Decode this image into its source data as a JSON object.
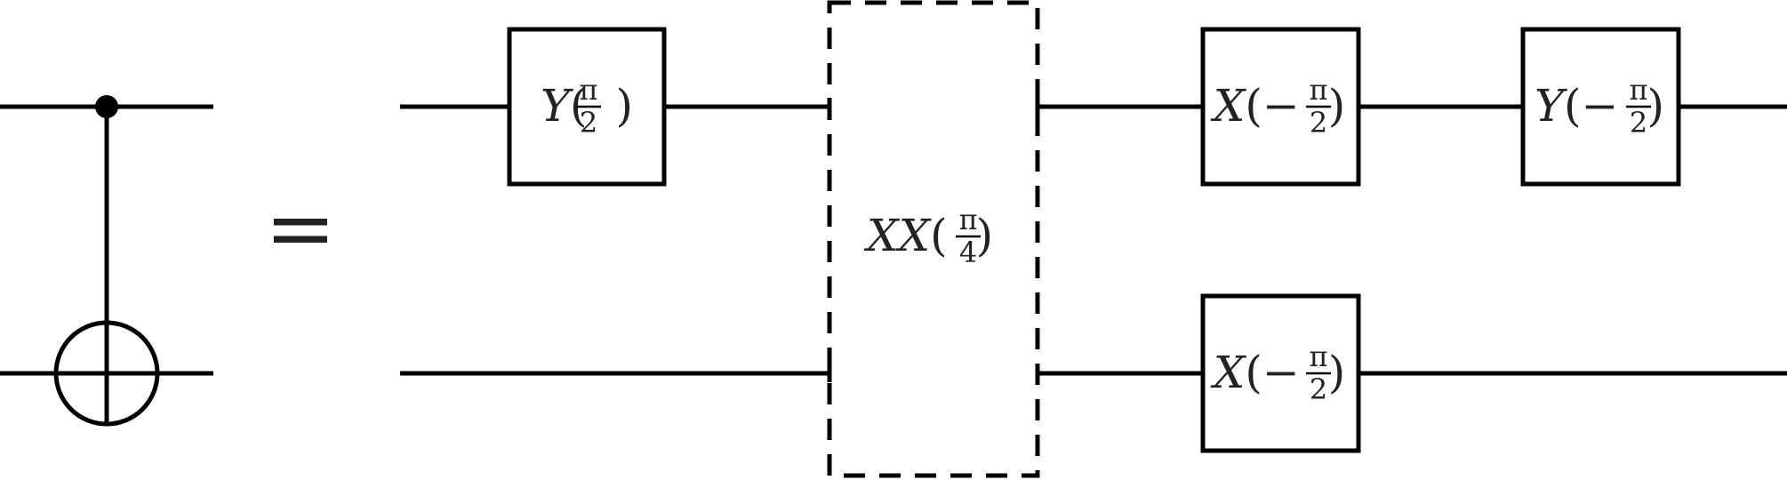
{
  "equals_sign": "=",
  "circuit": {
    "gates": [
      {
        "name": "Y",
        "sign": "",
        "pi": "π",
        "den": "2"
      },
      {
        "name": "XX",
        "sign": "",
        "pi": "π",
        "den": "4"
      },
      {
        "name": "X",
        "sign": "−",
        "pi": "π",
        "den": "2"
      },
      {
        "name": "Y",
        "sign": "−",
        "pi": "π",
        "den": "2"
      },
      {
        "name": "X",
        "sign": "−",
        "pi": "π",
        "den": "2"
      }
    ],
    "open_paren": "(",
    "close_paren": ")"
  }
}
